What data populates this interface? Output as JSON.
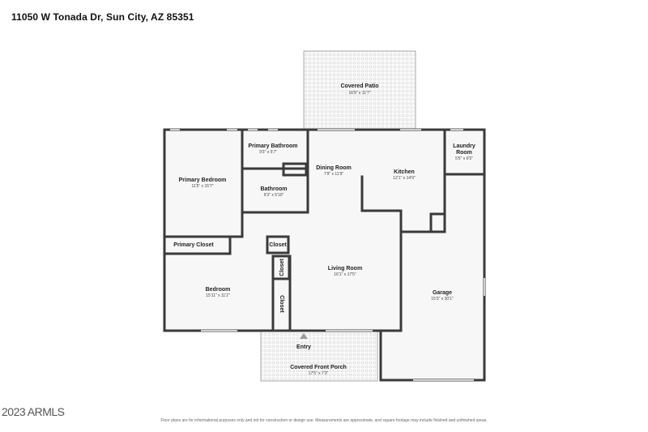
{
  "address": "11050 W Tonada Dr, Sun City, AZ 85351",
  "disclaimer": "Floor plans are for informational purposes only and not for construction or design use. Measurements are approximate, and square footage may include finished and unfinished areas.",
  "watermark": "2023 ARMLS",
  "colors": {
    "wall": "#3a3a3a",
    "floor": "#f7f7f7",
    "pattern": "#d6d6d6"
  },
  "rooms": {
    "covered_patio": {
      "name": "Covered Patio",
      "dims": "16'9\" x 11'7\""
    },
    "primary_bathroom": {
      "name": "Primary Bathroom",
      "dims": "9'3\" x 5'7\""
    },
    "laundry": {
      "name1": "Laundry",
      "name2": "Room",
      "dims": "5'5\" x 6'5\""
    },
    "dining_room": {
      "name": "Dining Room",
      "dims": "7'9\" x 11'9\""
    },
    "kitchen": {
      "name": "Kitchen",
      "dims": "12'1\" x 14'9\""
    },
    "primary_bedroom": {
      "name": "Primary Bedroom",
      "dims": "11'5\" x 15'7\""
    },
    "bathroom": {
      "name": "Bathroom",
      "dims": "9'3\" x 5'10\""
    },
    "primary_closet": {
      "name": "Primary Closet"
    },
    "closet_1": {
      "name": "Closet"
    },
    "closet_2": {
      "name": "Closet"
    },
    "closet_3": {
      "name": "Closet"
    },
    "living_room": {
      "name": "Living Room",
      "dims": "16'1\" x 17'5\""
    },
    "bedroom": {
      "name": "Bedroom",
      "dims": "15'11\" x 11'2\""
    },
    "garage": {
      "name": "Garage",
      "dims": "15'3\" x 30'1\""
    },
    "entry": {
      "name": "Entry"
    },
    "front_porch": {
      "name": "Covered Front Porch",
      "dims": "17'5\" x 7'3\""
    }
  }
}
